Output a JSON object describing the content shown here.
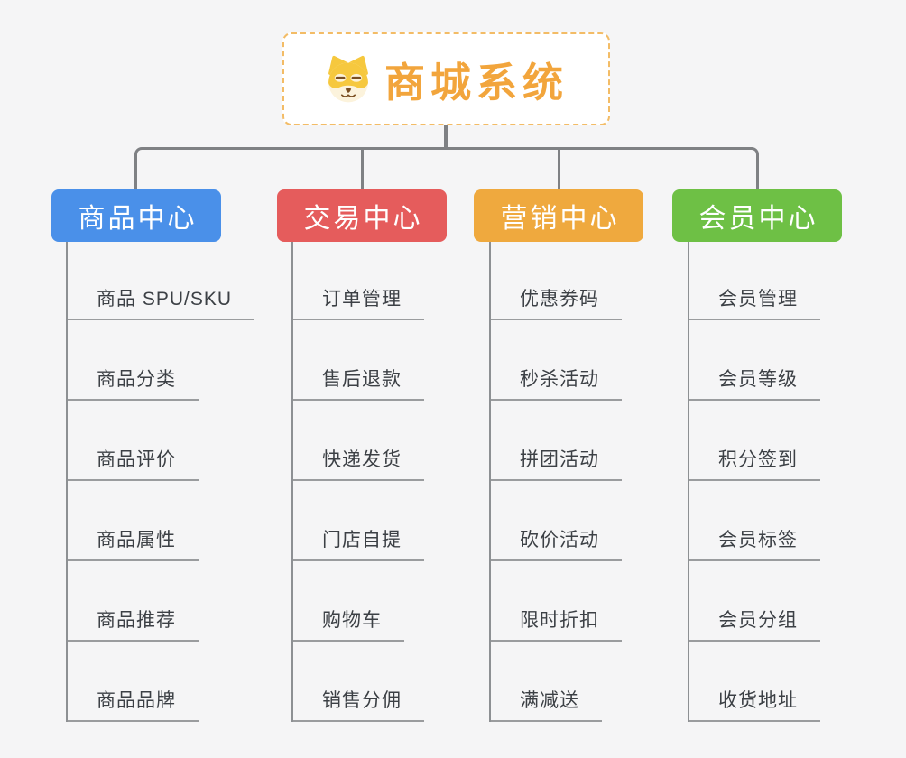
{
  "app": {
    "background": "#F5F5F6",
    "connector_color": "#7F8184",
    "underline_color": "#9A9C9E",
    "item_text_color": "#3C4045"
  },
  "root": {
    "title": "商城系统",
    "icon": "dog-face",
    "title_color": "#F2A53C",
    "border_color": "#F3BC66",
    "fill": "#FFFFFF"
  },
  "branches": [
    {
      "label": "商品中心",
      "color": "#4A90E9",
      "items": [
        "商品 SPU/SKU",
        "商品分类",
        "商品评价",
        "商品属性",
        "商品推荐",
        "商品品牌"
      ]
    },
    {
      "label": "交易中心",
      "color": "#E55C5C",
      "items": [
        "订单管理",
        "售后退款",
        "快递发货",
        "门店自提",
        "购物车",
        "销售分佣"
      ]
    },
    {
      "label": "营销中心",
      "color": "#EFA93E",
      "items": [
        "优惠券码",
        "秒杀活动",
        "拼团活动",
        "砍价活动",
        "限时折扣",
        "满减送"
      ]
    },
    {
      "label": "会员中心",
      "color": "#6EC045",
      "items": [
        "会员管理",
        "会员等级",
        "积分签到",
        "会员标签",
        "会员分组",
        "收货地址"
      ]
    }
  ]
}
